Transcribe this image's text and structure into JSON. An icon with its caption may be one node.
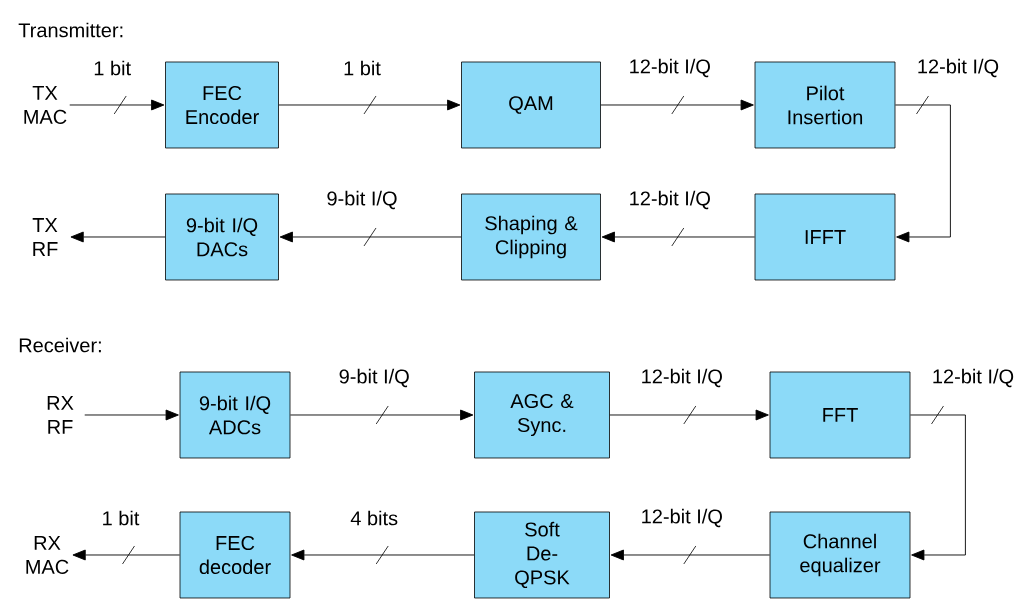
{
  "diagram": {
    "nodes": [
      {
        "text": [
          "TX MAC"
        ]
      },
      {
        "text": [
          "FEC Encoder"
        ]
      },
      {
        "text": [
          "QAM"
        ]
      },
      {
        "text": [
          "Pilot Insertion"
        ]
      },
      {
        "text": [
          "IFFT"
        ]
      },
      {
        "text": [
          "Shaping & Clipping"
        ]
      },
      {
        "text": [
          "9-bit I/Q DACs"
        ]
      },
      {
        "text": [
          "TX RF"
        ]
      },
      {
        "text": [
          "RX RF"
        ]
      },
      {
        "text": [
          "9-bit I/Q ADCs"
        ]
      },
      {
        "text": [
          "AGC & Sync."
        ]
      },
      {
        "text": [
          "FFT"
        ]
      },
      {
        "text": [
          "Channel equalizer"
        ]
      },
      {
        "text": [
          "Soft De-QPSK"
        ]
      },
      {
        "text": [
          "FEC decoder"
        ]
      },
      {
        "text": [
          "RX MAC"
        ]
      }
    ],
    "edges": [
      {
        "from": 0,
        "to": 1,
        "arrow": "to",
        "label": "1 bit"
      },
      {
        "from": 1,
        "to": 2,
        "arrow": "to",
        "label": "1 bit"
      },
      {
        "from": 2,
        "to": 3,
        "arrow": "to",
        "label": "12-bit I/Q"
      },
      {
        "from": 3,
        "to": 4,
        "arrow": "to",
        "label": "12-bit I/Q"
      },
      {
        "from": 4,
        "to": 5,
        "arrow": "to",
        "label": "12-bit I/Q"
      },
      {
        "from": 5,
        "to": 6,
        "arrow": "to",
        "label": "9-bit I/Q"
      },
      {
        "from": 6,
        "to": 7,
        "arrow": "to"
      },
      {
        "from": 8,
        "to": 9,
        "arrow": "to"
      },
      {
        "from": 9,
        "to": 10,
        "arrow": "to",
        "label": "9-bit I/Q"
      },
      {
        "from": 10,
        "to": 11,
        "arrow": "to",
        "label": "12-bit I/Q"
      },
      {
        "from": 11,
        "to": 12,
        "arrow": "to",
        "label": "12-bit I/Q"
      },
      {
        "from": 12,
        "to": 13,
        "arrow": "to",
        "label": "12-bit I/Q"
      },
      {
        "from": 13,
        "to": 14,
        "arrow": "to",
        "label": "4 bits"
      },
      {
        "from": 14,
        "to": 15,
        "arrow": "to",
        "label": "1 bit"
      }
    ],
    "labels": [
      "Transmitter:",
      "Receiver:"
    ]
  }
}
